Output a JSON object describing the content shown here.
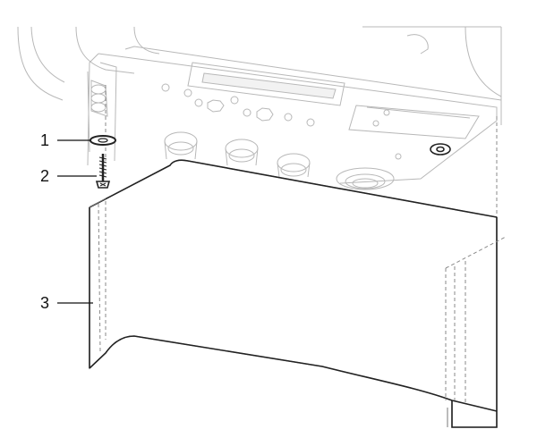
{
  "callouts": [
    {
      "id": "washer",
      "label": "1"
    },
    {
      "id": "screw",
      "label": "2"
    },
    {
      "id": "cover",
      "label": "3"
    }
  ],
  "colors": {
    "line": "#222222",
    "ghost": "#b8b8b8",
    "background": "#ffffff"
  }
}
